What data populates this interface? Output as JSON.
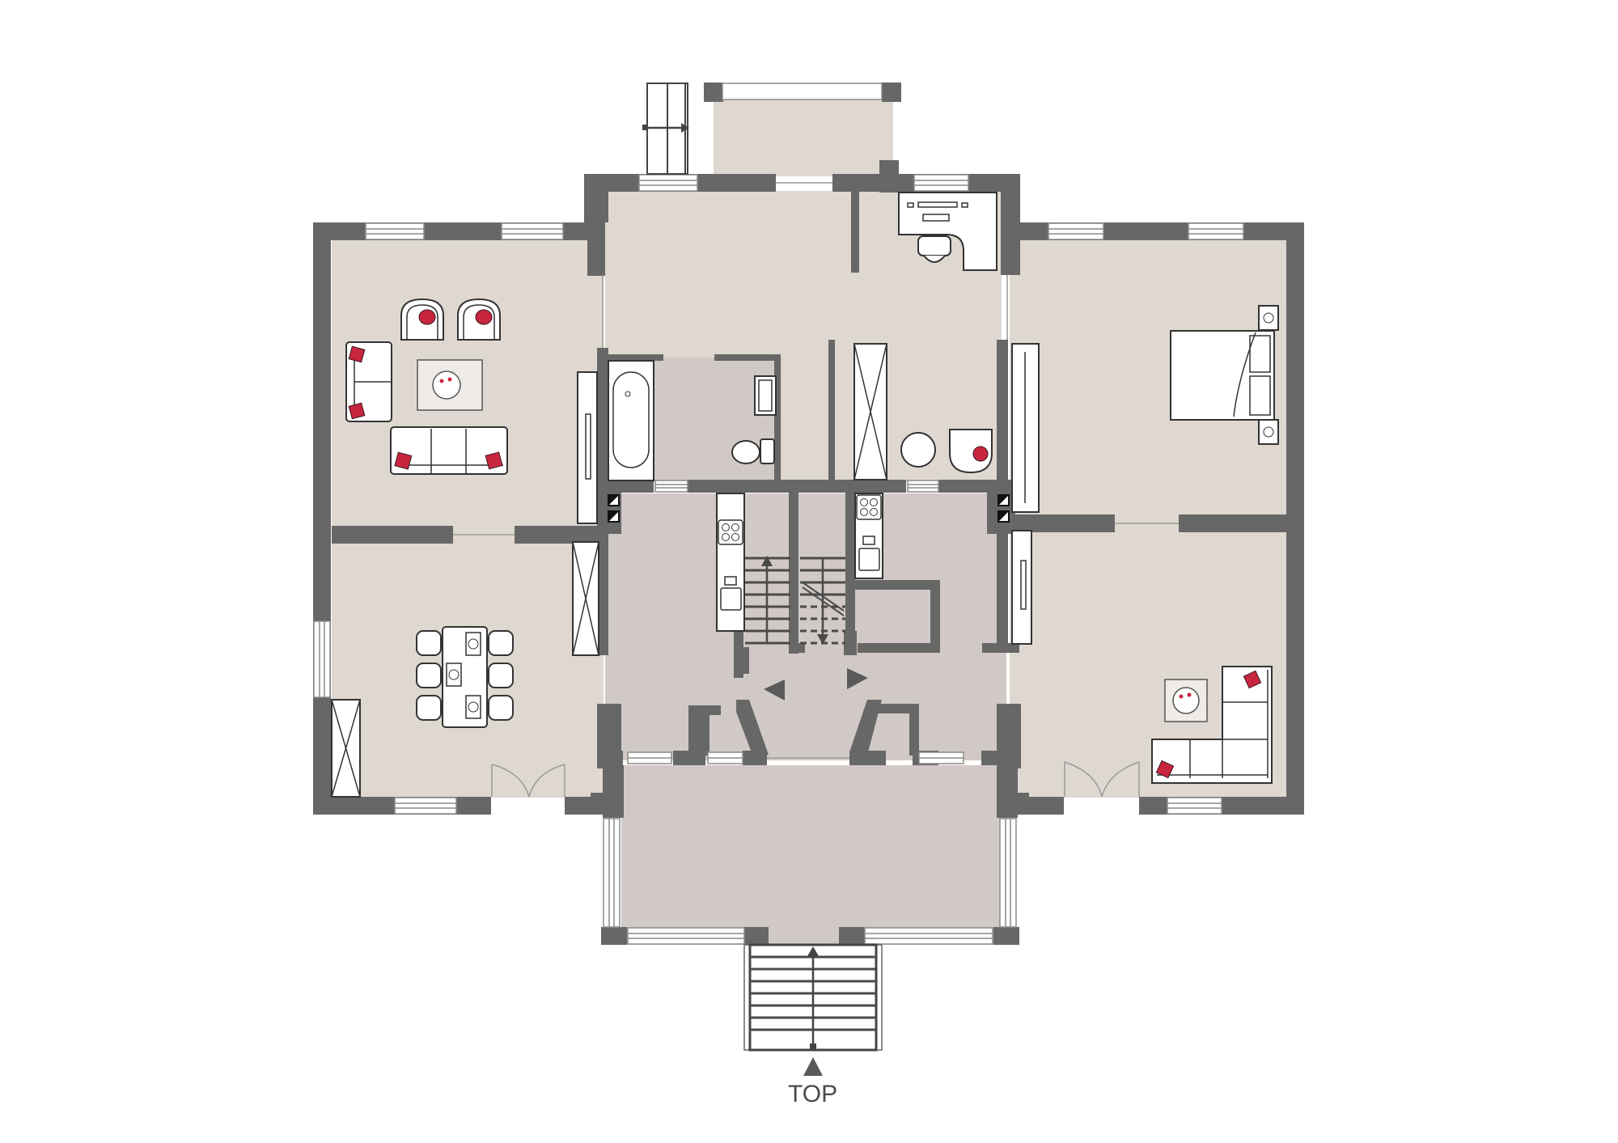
{
  "plan": {
    "type": "architectural floor plan",
    "orientation_label": "TOP",
    "orientation_marker": "north-arrow-triangle",
    "colors": {
      "wall": "#676767",
      "floor_rooms": "#dfd8d1",
      "floor_core": "#d1c9c5",
      "accent_cushions": "#c8253f",
      "furniture_fill": "#ffffff",
      "line": "#333333"
    },
    "rooms": [
      {
        "id": "living-room-left",
        "furniture": [
          "armchair",
          "armchair",
          "two-seat-sofa",
          "three-seat-sofa",
          "coffee-table",
          "tv-unit"
        ]
      },
      {
        "id": "dining-room-left",
        "furniture": [
          "dining-table",
          "dining-chair x6",
          "cabinet",
          "cabinet",
          "double-door"
        ]
      },
      {
        "id": "hall-top-center",
        "furniture": []
      },
      {
        "id": "balcony-top",
        "furniture": [
          "exterior-stair"
        ]
      },
      {
        "id": "bathroom",
        "furniture": [
          "bathtub",
          "sink",
          "toilet"
        ]
      },
      {
        "id": "study",
        "furniture": [
          "desk",
          "office-chair",
          "wardrobe",
          "round-table",
          "armchair"
        ]
      },
      {
        "id": "bedroom",
        "furniture": [
          "double-bed",
          "nightstand",
          "nightstand",
          "wardrobe"
        ]
      },
      {
        "id": "living-room-right",
        "furniture": [
          "corner-sofa",
          "coffee-table",
          "tv-unit",
          "double-door"
        ]
      },
      {
        "id": "kitchenette-left",
        "furniture": [
          "cooktop",
          "sink"
        ]
      },
      {
        "id": "kitchenette-right",
        "furniture": [
          "cooktop",
          "sink"
        ]
      },
      {
        "id": "stairwell",
        "furniture": [
          "stair-up",
          "stair-down"
        ]
      },
      {
        "id": "lobby",
        "furniture": []
      },
      {
        "id": "entrance-stair",
        "furniture": [
          "stair-up"
        ]
      }
    ],
    "arrows": [
      {
        "id": "arrow-left-unit",
        "direction": "left"
      },
      {
        "id": "arrow-right-unit",
        "direction": "right"
      }
    ]
  }
}
